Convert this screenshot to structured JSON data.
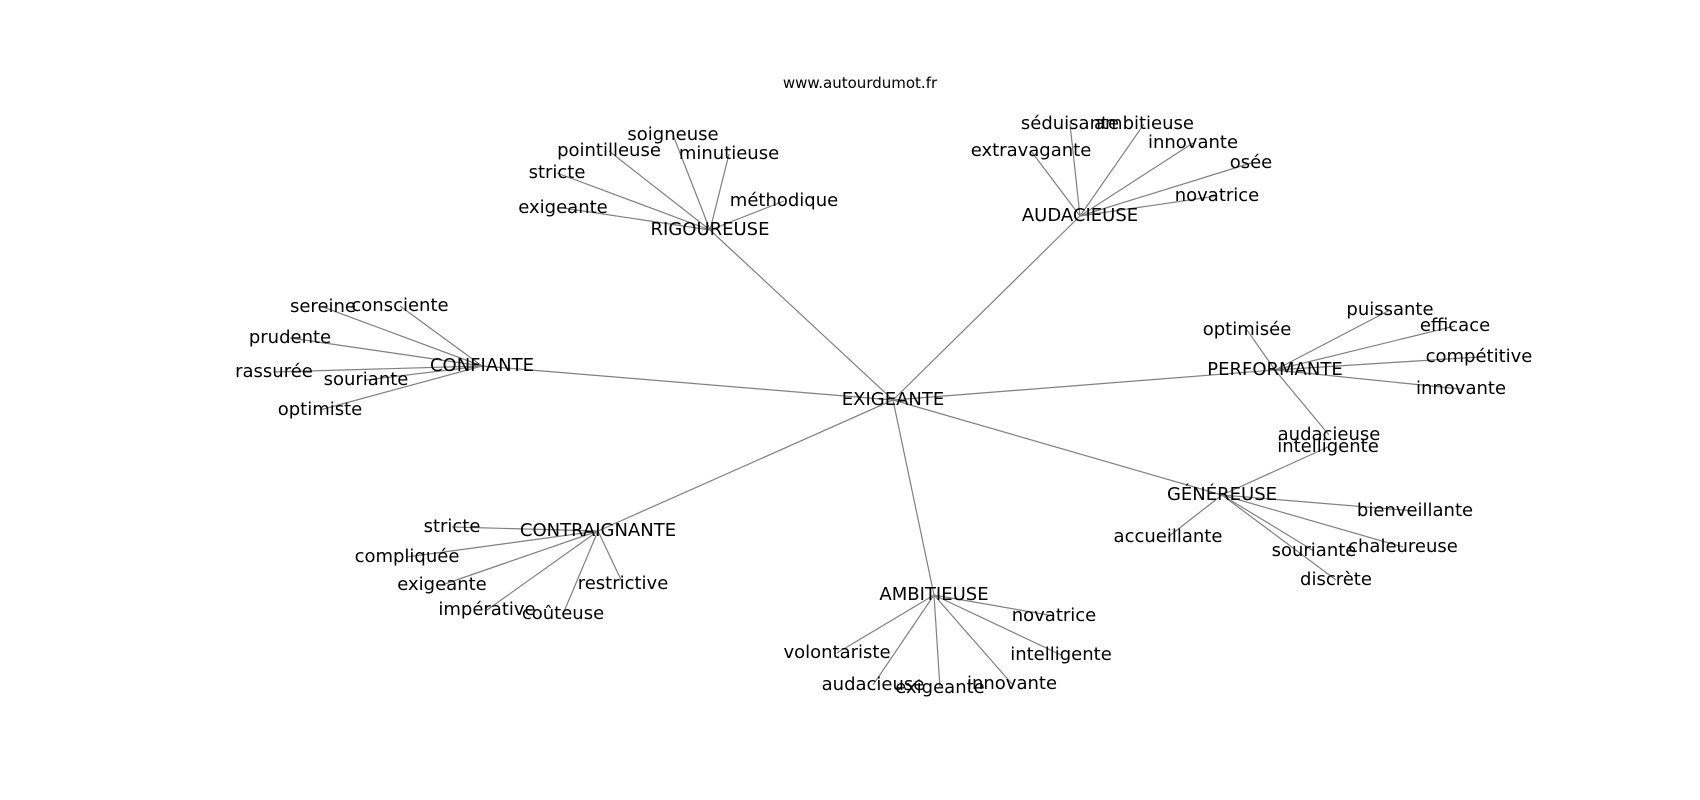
{
  "source": "www.autourdumot.fr",
  "graph": {
    "center": "EXIGEANTE",
    "groups": [
      {
        "hub": "RIGOUREUSE",
        "leaves": [
          "soigneuse",
          "pointilleuse",
          "minutieuse",
          "stricte",
          "exigeante",
          "méthodique"
        ]
      },
      {
        "hub": "AUDACIEUSE",
        "leaves": [
          "séduisante",
          "ambitieuse",
          "extravagante",
          "innovante",
          "osée",
          "novatrice"
        ]
      },
      {
        "hub": "CONFIANTE",
        "leaves": [
          "sereine",
          "consciente",
          "prudente",
          "rassurée",
          "souriante",
          "optimiste"
        ]
      },
      {
        "hub": "PERFORMANTE",
        "leaves": [
          "puissante",
          "optimisée",
          "efficace",
          "compétitive",
          "innovante",
          "audacieuse"
        ]
      },
      {
        "hub": "GÉNÉREUSE",
        "leaves": [
          "intelligente",
          "bienveillante",
          "accueillante",
          "souriante",
          "chaleureuse",
          "discrète"
        ]
      },
      {
        "hub": "CONTRAIGNANTE",
        "leaves": [
          "stricte",
          "compliquée",
          "exigeante",
          "restrictive",
          "impérative",
          "coûteuse"
        ]
      },
      {
        "hub": "AMBITIEUSE",
        "leaves": [
          "novatrice",
          "volontariste",
          "intelligente",
          "audacieuse",
          "exigeante",
          "innovante"
        ]
      }
    ]
  }
}
